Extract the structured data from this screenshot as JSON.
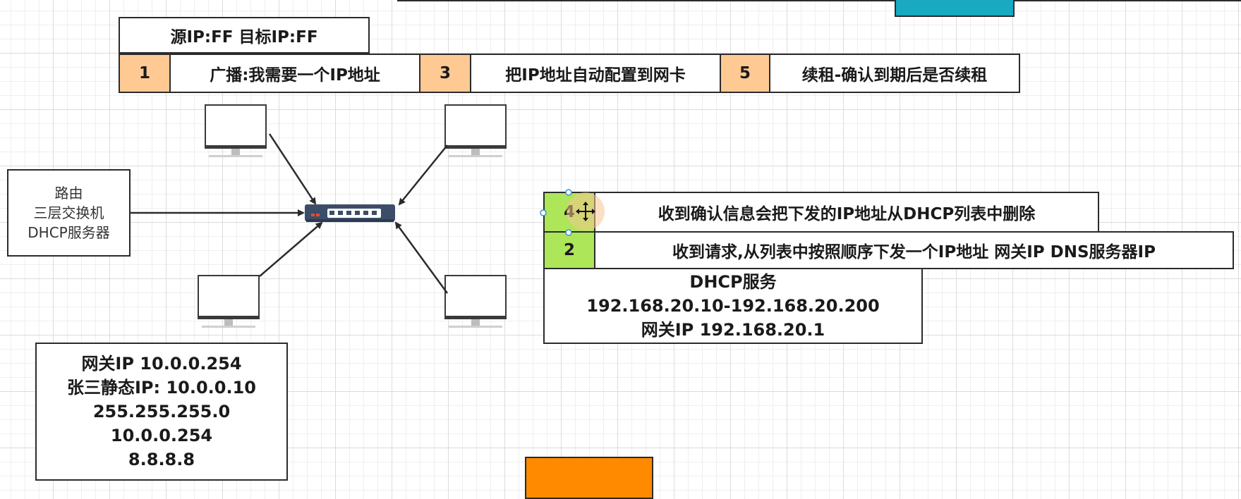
{
  "header_box": {
    "text": "源IP:FF 目标IP:FF"
  },
  "steps_row": [
    {
      "num": "1",
      "label": "广播:我需要一个IP地址"
    },
    {
      "num": "3",
      "label": "把IP地址自动配置到网卡"
    },
    {
      "num": "5",
      "label": "续租-确认到期后是否续租"
    }
  ],
  "router_box": {
    "lines": [
      "路由",
      "三层交换机",
      "DHCP服务器"
    ]
  },
  "client_config": {
    "lines": [
      "网关IP 10.0.0.254",
      "张三静态IP: 10.0.0.10",
      "255.255.255.0",
      "10.0.0.254",
      "8.8.8.8"
    ]
  },
  "server_steps": [
    {
      "num": "4",
      "label": "收到确认信息会把下发的IP地址从DHCP列表中删除"
    },
    {
      "num": "2",
      "label": "收到请求,从列表中按照顺序下发一个IP地址 网关IP DNS服务器IP"
    }
  ],
  "dhcp_service": {
    "lines": [
      "DHCP服务",
      "192.168.20.10-192.168.20.200",
      "网关IP 192.168.20.1"
    ]
  },
  "colors": {
    "step_number_orange": "#ffc993",
    "step_number_green": "#aee65a",
    "bottom_block_orange": "#ff8a00",
    "top_block_teal": "#19a9c1",
    "top_block_yellow": "#f2f0a0",
    "switch_body": "#3b4d68"
  },
  "icons": {
    "computer": "desktop-computer-icon",
    "switch": "network-switch-icon",
    "move_cursor": "move-cursor-icon"
  }
}
